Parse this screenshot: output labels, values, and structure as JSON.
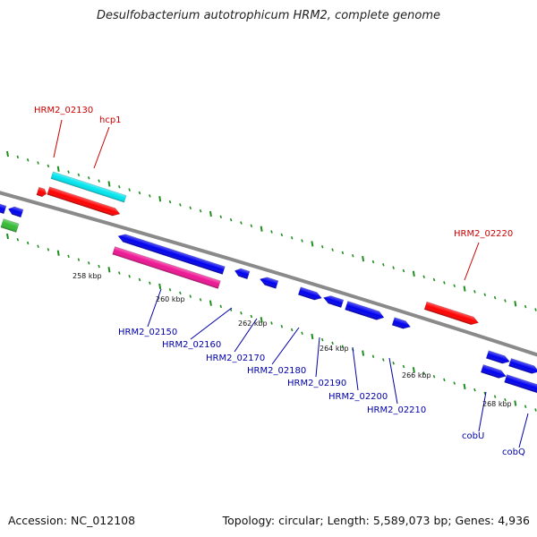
{
  "title": "Desulfobacterium autotrophicum HRM2, complete genome",
  "footer": {
    "accession": "Accession: NC_012108",
    "summary": "Topology: circular; Length: 5,589,073 bp; Genes: 4,936"
  },
  "colors": {
    "red": "#ff0000",
    "blue": "#0000ee",
    "cyan": "#00e5ee",
    "magenta": "#ee1493",
    "green": "#33bb33",
    "backbone": "#8a8a8a",
    "tick": "#1f8f1f",
    "label_red": "#cc0000",
    "label_blue": "#0000aa"
  },
  "scale_ticks": [
    "258 kbp",
    "260 kbp",
    "262 kbp",
    "264 kbp",
    "266 kbp",
    "268 kbp"
  ],
  "gene_labels": [
    {
      "text": "HRM2_02130",
      "color": "red"
    },
    {
      "text": "hcp1",
      "color": "red"
    },
    {
      "text": "HRM2_02220",
      "color": "red"
    },
    {
      "text": "HRM2_02150",
      "color": "blue"
    },
    {
      "text": "HRM2_02160",
      "color": "blue"
    },
    {
      "text": "HRM2_02170",
      "color": "blue"
    },
    {
      "text": "HRM2_02180",
      "color": "blue"
    },
    {
      "text": "HRM2_02190",
      "color": "blue"
    },
    {
      "text": "HRM2_02200",
      "color": "blue"
    },
    {
      "text": "HRM2_02210",
      "color": "blue"
    },
    {
      "text": "cobU",
      "color": "blue"
    },
    {
      "text": "cobQ",
      "color": "blue"
    }
  ]
}
